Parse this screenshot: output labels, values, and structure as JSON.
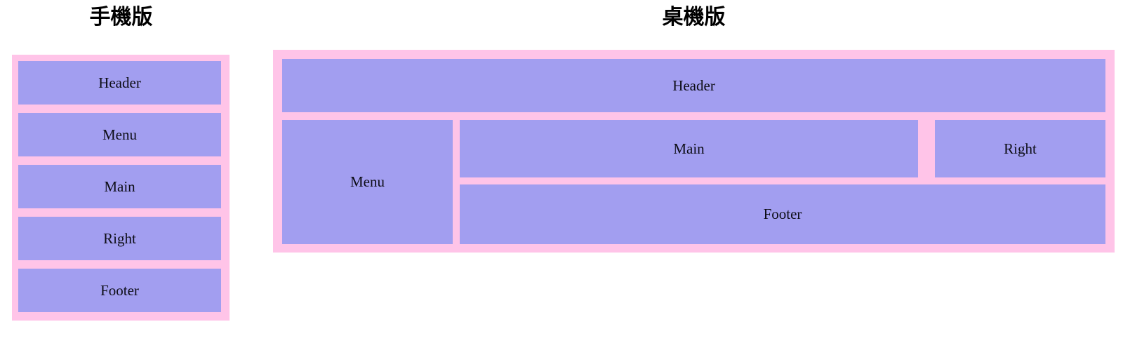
{
  "colors": {
    "frame_pink": "#ffc4e8",
    "cell_purple": "#a29ef0",
    "text": "#0d0d16",
    "background": "#ffffff"
  },
  "mobile": {
    "heading": "手機版",
    "regions": [
      {
        "label": "Header"
      },
      {
        "label": "Menu"
      },
      {
        "label": "Main"
      },
      {
        "label": "Right"
      },
      {
        "label": "Footer"
      }
    ]
  },
  "desktop": {
    "heading": "桌機版",
    "regions": [
      {
        "label": "Header"
      },
      {
        "label": "Menu"
      },
      {
        "label": "Main"
      },
      {
        "label": "Right"
      },
      {
        "label": "Footer"
      }
    ]
  }
}
